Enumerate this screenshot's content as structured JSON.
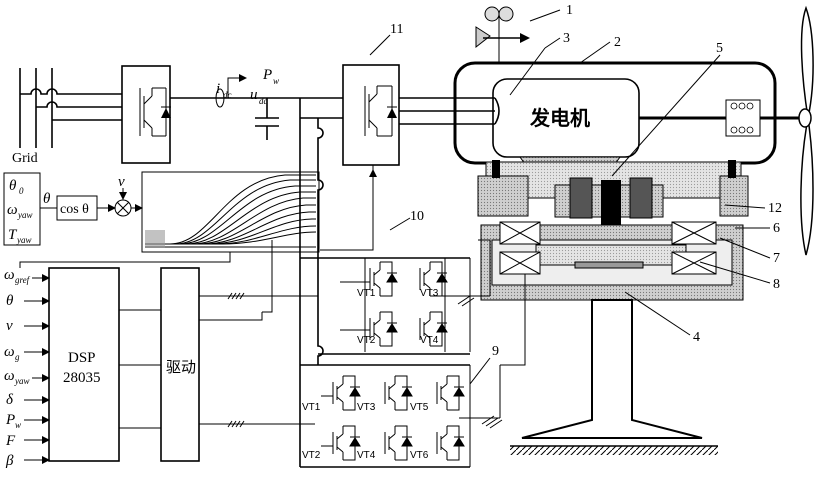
{
  "grid_label": "Grid",
  "idc_main": "i",
  "idc_sub": "dc",
  "udc_main": "u",
  "udc_sub": "dc",
  "pw_main": "P",
  "pw_sub": "w",
  "generator_label": "发电机",
  "dsp_line1": "DSP",
  "dsp_line2": "28035",
  "driver_label": "驱动",
  "cos_label": "cos θ",
  "theta_label": "θ",
  "v_label": "v",
  "inputs_top": [
    {
      "main": "θ",
      "sub": "0"
    },
    {
      "main": "ω",
      "sub": "yaw"
    },
    {
      "main": "T",
      "sub": "yaw"
    }
  ],
  "dsp_inputs": [
    {
      "main": "ω",
      "sub": "gref"
    },
    {
      "main": "θ",
      "sub": ""
    },
    {
      "main": "v",
      "sub": ""
    },
    {
      "main": "ω",
      "sub": "g"
    },
    {
      "main": "ω",
      "sub": "yaw"
    },
    {
      "main": "δ",
      "sub": ""
    },
    {
      "main": "P",
      "sub": "w"
    },
    {
      "main": "F",
      "sub": ""
    },
    {
      "main": "β",
      "sub": ""
    }
  ],
  "switches_upper": [
    "VT1",
    "VT3",
    "VT2",
    "VT4"
  ],
  "switches_lower": [
    "VT1",
    "VT3",
    "VT5",
    "VT2",
    "VT4",
    "VT6"
  ],
  "callouts": [
    "1",
    "2",
    "3",
    "4",
    "5",
    "6",
    "7",
    "8",
    "9",
    "10",
    "11",
    "12"
  ]
}
